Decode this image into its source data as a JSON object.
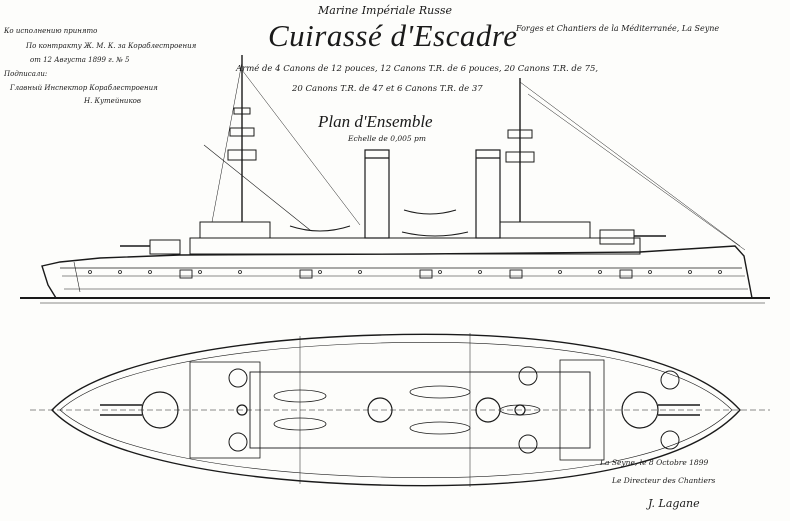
{
  "header": {
    "navy": "Marine Impériale Russe",
    "title": "Cuirassé d'Escadre",
    "armament_line1": "Armé de 4 Canons de 12 pouces, 12 Canons T.R. de 6 pouces, 20 Canons T.R. de 75,",
    "armament_line2": "20 Canons T.R. de 47 et 6 Canons T.R. de 37",
    "plan_title": "Plan d'Ensemble",
    "scale": "Echelle de 0,005 pm"
  },
  "annotations": {
    "left_lines": [
      "Ко исполнению принято",
      "По контракту Ж. М. К. за Кораблестроения",
      "от 12 Августа 1899 г. № 5",
      "Подписали:",
      "Главный Инспектор Кораблестроения",
      "Н. Кутейников"
    ],
    "right_note": "Forges et Chantiers de la Méditerranée, La Seyne"
  },
  "signature": {
    "date": "La Seyne, le 8 Octobre 1899",
    "role": "Le Directeur des Chantiers",
    "name": "J. Lagane"
  },
  "colors": {
    "ink": "#1a1a1a",
    "paper": "#fdfdfb"
  }
}
